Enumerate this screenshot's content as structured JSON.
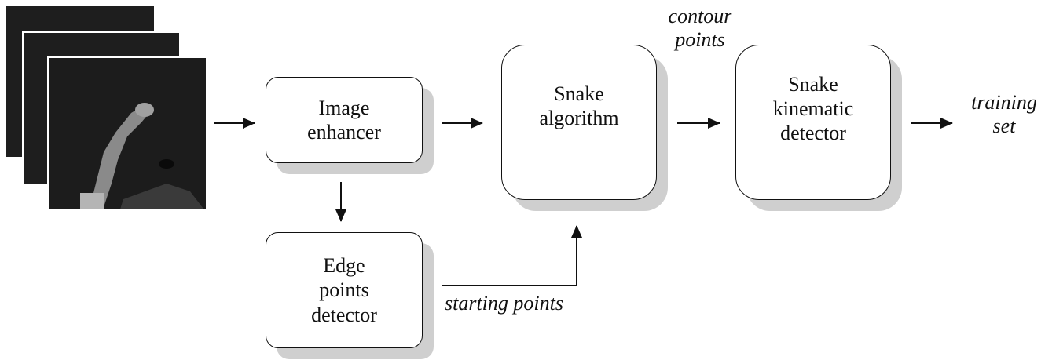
{
  "boxes": {
    "image_enhancer": "Image\nenhancer",
    "edge_points_detector": "Edge\npoints\ndetector",
    "snake_algorithm": "Snake\nalgorithm",
    "snake_kinematic_detector": "Snake\nkinematic\ndetector"
  },
  "labels": {
    "contour_points": "contour\npoints",
    "starting_points": "starting points",
    "training_set": "training\nset"
  },
  "colors": {
    "box_border": "#111111",
    "box_shadow": "#cfcfcf",
    "frame_background": "#1e1e1e"
  }
}
